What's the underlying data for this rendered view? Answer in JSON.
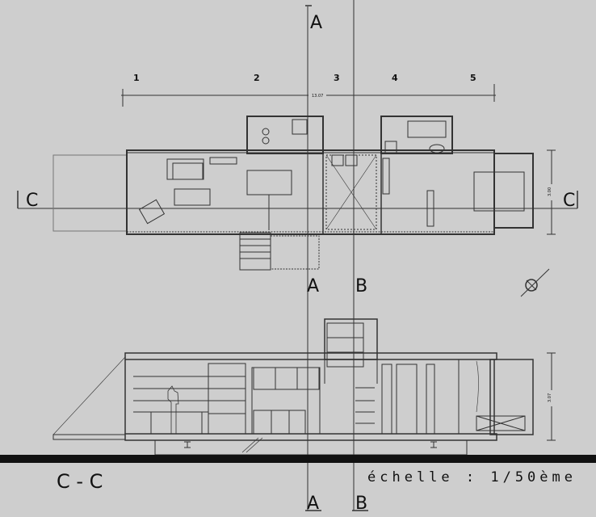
{
  "section_markers": {
    "a": "A",
    "b": "B",
    "c": "C"
  },
  "grid_numbers": [
    "1",
    "2",
    "3",
    "4",
    "5"
  ],
  "dimensions": {
    "plan_length": "13.07",
    "plan_width": "3.00",
    "section_height": "3.07"
  },
  "section_title": "C - C",
  "scale_label": "échelle : 1/50ème",
  "colors": {
    "background": "#cecece",
    "line": "#333333",
    "ground": "#111111"
  }
}
